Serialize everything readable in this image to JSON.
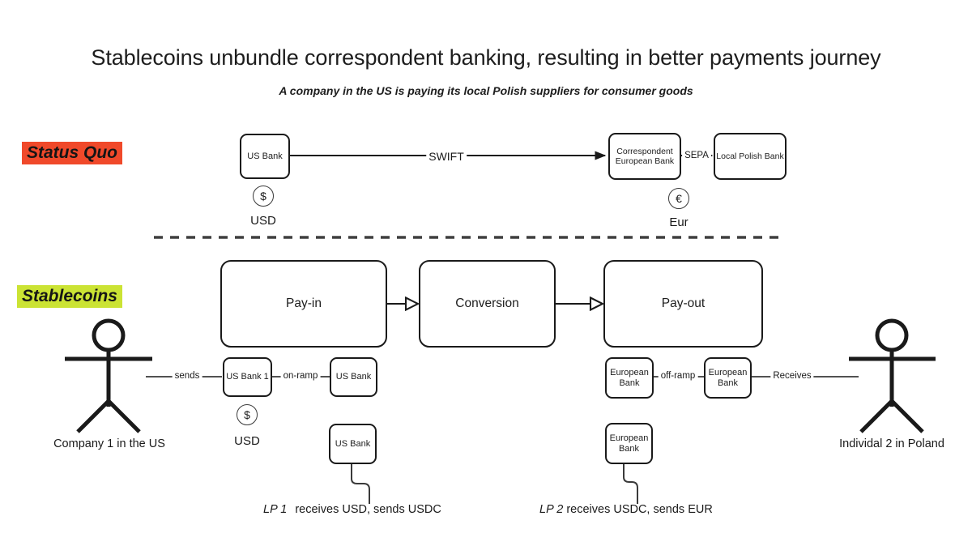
{
  "title": "Stablecoins unbundle correspondent banking, resulting in better payments journey",
  "subtitle": "A company in the US is paying its local Polish suppliers for consumer goods",
  "colors": {
    "status_quo_highlight": "#F0492A",
    "stablecoins_highlight": "#CBE334",
    "stroke": "#1a1a1a",
    "background": "#ffffff"
  },
  "sections": {
    "status_quo": {
      "label": "Status Quo",
      "nodes": {
        "us_bank": "US Bank",
        "correspondent_bank": "Correspondent European Bank",
        "local_polish_bank": "Local Polish Bank"
      },
      "edges": {
        "swift": "SWIFT",
        "sepa": "SEPA"
      },
      "currencies": {
        "usd_symbol": "$",
        "usd_label": "USD",
        "eur_symbol": "€",
        "eur_label": "Eur"
      }
    },
    "stablecoins": {
      "label": "Stablecoins",
      "stages": {
        "pay_in": "Pay-in",
        "conversion": "Conversion",
        "pay_out": "Pay-out"
      },
      "actors": {
        "company": "Company 1 in the US",
        "individual": "Individal 2 in Poland"
      },
      "nodes": {
        "us_bank_1": "US Bank 1",
        "us_bank_2": "US Bank",
        "us_bank_lp": "US Bank",
        "european_bank_1": "European Bank",
        "european_bank_2": "European Bank",
        "european_bank_lp": "European Bank"
      },
      "edges": {
        "sends": "sends",
        "on_ramp": "on-ramp",
        "off_ramp": "off-ramp",
        "receives": "Receives"
      },
      "currencies": {
        "usd_symbol": "$",
        "usd_label": "USD"
      },
      "liquidity_providers": {
        "lp1_name": "LP 1",
        "lp1_text": "receives USD, sends USDC",
        "lp2_name": "LP 2",
        "lp2_text": "receives USDC, sends EUR"
      }
    }
  }
}
